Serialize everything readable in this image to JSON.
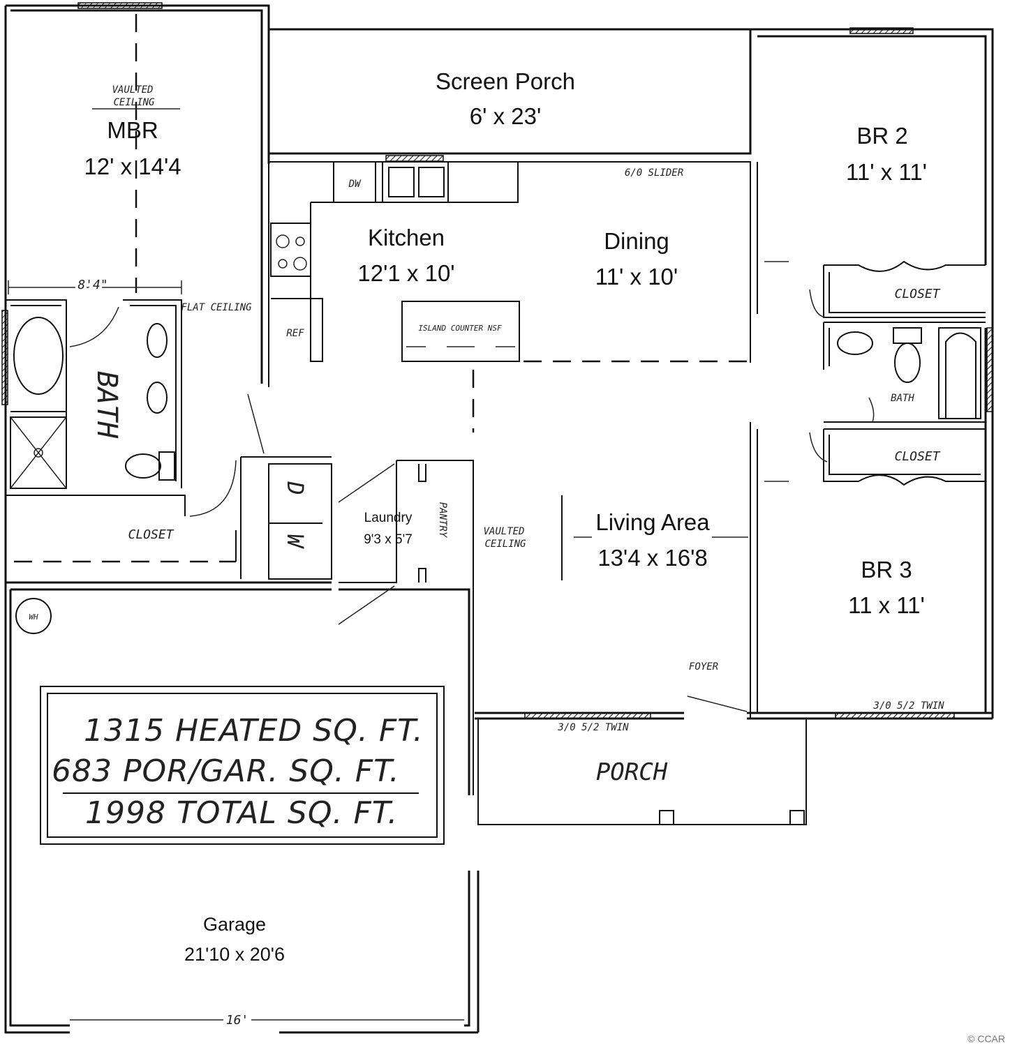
{
  "rooms": {
    "screen_porch": {
      "name": "Screen Porch",
      "size": "6' x 23'"
    },
    "mbr": {
      "name": "MBR",
      "size": "12' x 14'4"
    },
    "br2": {
      "name": "BR 2",
      "size": "11' x 11'"
    },
    "kitchen": {
      "name": "Kitchen",
      "size": "12'1 x 10'"
    },
    "dining": {
      "name": "Dining",
      "size": "11' x 10'"
    },
    "laundry": {
      "name": "Laundry",
      "size": "9'3 x 5'7"
    },
    "living": {
      "name": "Living Area",
      "size": "13'4 x 16'8"
    },
    "br3": {
      "name": "BR 3",
      "size": "11 x 11'"
    },
    "garage": {
      "name": "Garage",
      "size": "21'10 x 20'6"
    }
  },
  "annotations": {
    "vaulted_ceiling_top": "VAULTED",
    "vaulted_ceiling_bottom": "CEILING",
    "vaulted_ceiling_living_top": "VAULTED",
    "vaulted_ceiling_living_bottom": "CEILING",
    "flat_ceiling": "FLAT CEILING",
    "bath_dimension": "8'4\"",
    "bath_master": "BATH",
    "bath_hall": "BATH",
    "closet_master": "CLOSET",
    "closet_br2": "CLOSET",
    "closet_br3": "CLOSET",
    "slider": "6/0 SLIDER",
    "dw": "DW",
    "ref": "REF",
    "island": "ISLAND COUNTER NSF",
    "washer": "W",
    "dryer": "D",
    "pantry": "PANTRY",
    "wh": "WH",
    "foyer": "FOYER",
    "window_porch": "3/0 5/2 TWIN",
    "window_br3": "3/0 5/2 TWIN",
    "porch": "PORCH",
    "garage_width": "16'"
  },
  "sqft": {
    "heated": "1315 HEATED SQ. FT.",
    "porch_garage": "683 POR/GAR. SQ. FT.",
    "total": "1998 TOTAL SQ. FT."
  },
  "watermark": "© CCAR"
}
